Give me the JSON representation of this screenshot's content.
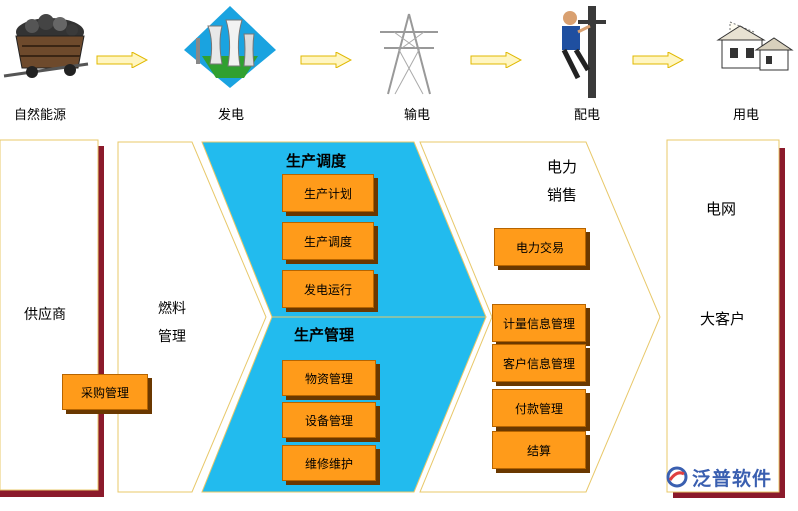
{
  "stages": [
    {
      "label": "自然能源",
      "icon": "coal-cart-icon"
    },
    {
      "label": "发电",
      "icon": "power-plant-icon"
    },
    {
      "label": "输电",
      "icon": "transmission-tower-icon"
    },
    {
      "label": "配电",
      "icon": "lineman-icon"
    },
    {
      "label": "用电",
      "icon": "houses-icon"
    }
  ],
  "columns": {
    "supplier": {
      "title": "供应商",
      "box": "采购管理"
    },
    "fuel": {
      "line1": "燃料",
      "line2": "管理"
    },
    "dispatch": {
      "title": "生产调度",
      "items": [
        "生产计划",
        "生产调度",
        "发电运行"
      ]
    },
    "production": {
      "title": "生产管理",
      "items": [
        "物资管理",
        "设备管理",
        "维修维护"
      ]
    },
    "sales": {
      "line1": "电力",
      "line2": "销售",
      "top_box": "电力交易",
      "items": [
        "计量信息管理",
        "客户信息管理",
        "付款管理",
        "结算"
      ]
    },
    "customers": {
      "grid": "电网",
      "big": "大客户"
    }
  },
  "logo": {
    "text": "泛普软件"
  },
  "colors": {
    "cyan": "#22bbee",
    "orange": "#ff9b1a",
    "dark_red": "#8b1a2b",
    "cream_border": "#e8c86a"
  }
}
